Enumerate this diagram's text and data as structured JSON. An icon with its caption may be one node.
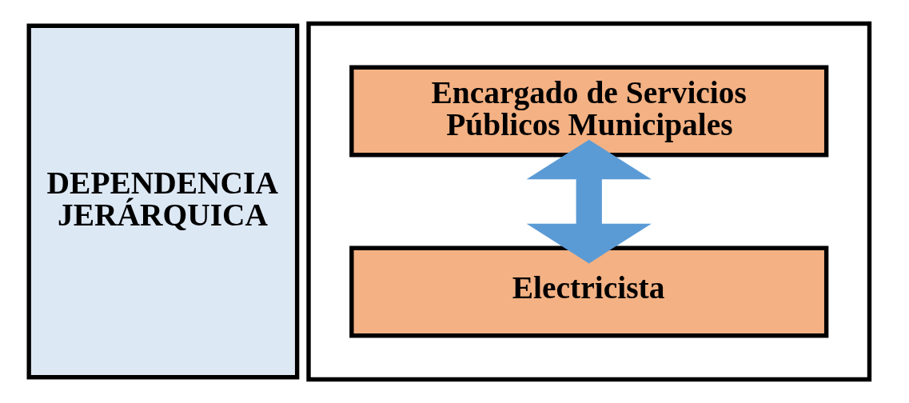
{
  "diagram": {
    "nodes": [
      {
        "text": [
          "DEPENDENCIA JERÁRQUICA"
        ]
      },
      {
        "text": [],
        "shape": "box"
      },
      {
        "text": [
          "Encargado de Servicios Públicos Municipales"
        ],
        "in": 1
      },
      {
        "text": [
          "Electricista"
        ],
        "in": 1
      }
    ],
    "edges": [
      {
        "from": 2,
        "to": 3,
        "arrow": "both",
        "color": "#5b9bd5"
      }
    ]
  }
}
